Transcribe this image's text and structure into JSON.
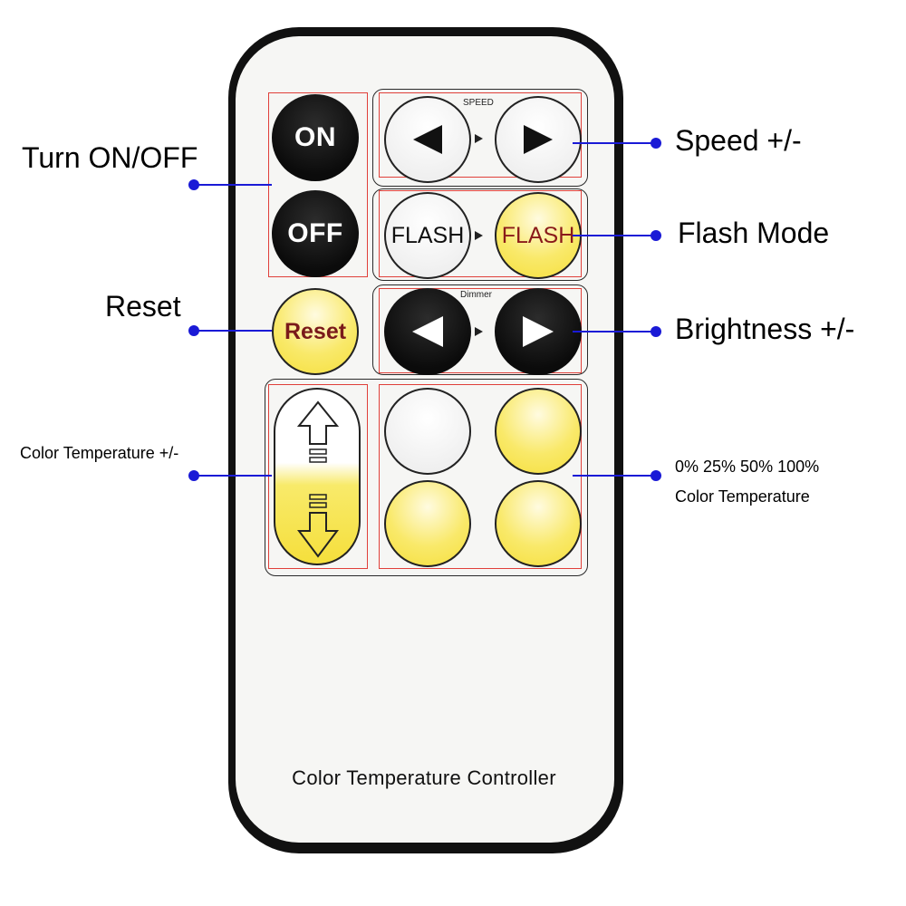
{
  "buttons": {
    "on": "ON",
    "off": "OFF",
    "flash_left": "FLASH",
    "flash_right": "FLASH",
    "reset": "Reset"
  },
  "remote_labels": {
    "speed": "SPEED",
    "dimmer": "Dimmer",
    "footer": "Color Temperature Controller"
  },
  "callouts": {
    "turn_on_off": "Turn ON/OFF",
    "reset": "Reset",
    "color_temperature_adjust": "Color Temperature +/-",
    "speed": "Speed +/-",
    "flash_mode": "Flash Mode",
    "brightness": "Brightness +/-",
    "presets_line1": "0% 25% 50% 100%",
    "presets_line2": "Color Temperature"
  },
  "colors": {
    "callout_line": "#1a1ad6",
    "annotation_box": "#e0403a",
    "button_yellow": "#f5df3c",
    "button_black": "#0b0b0b"
  },
  "icons": [
    "left-triangle-icon",
    "right-triangle-icon",
    "up-arrow-icon",
    "down-arrow-icon"
  ]
}
